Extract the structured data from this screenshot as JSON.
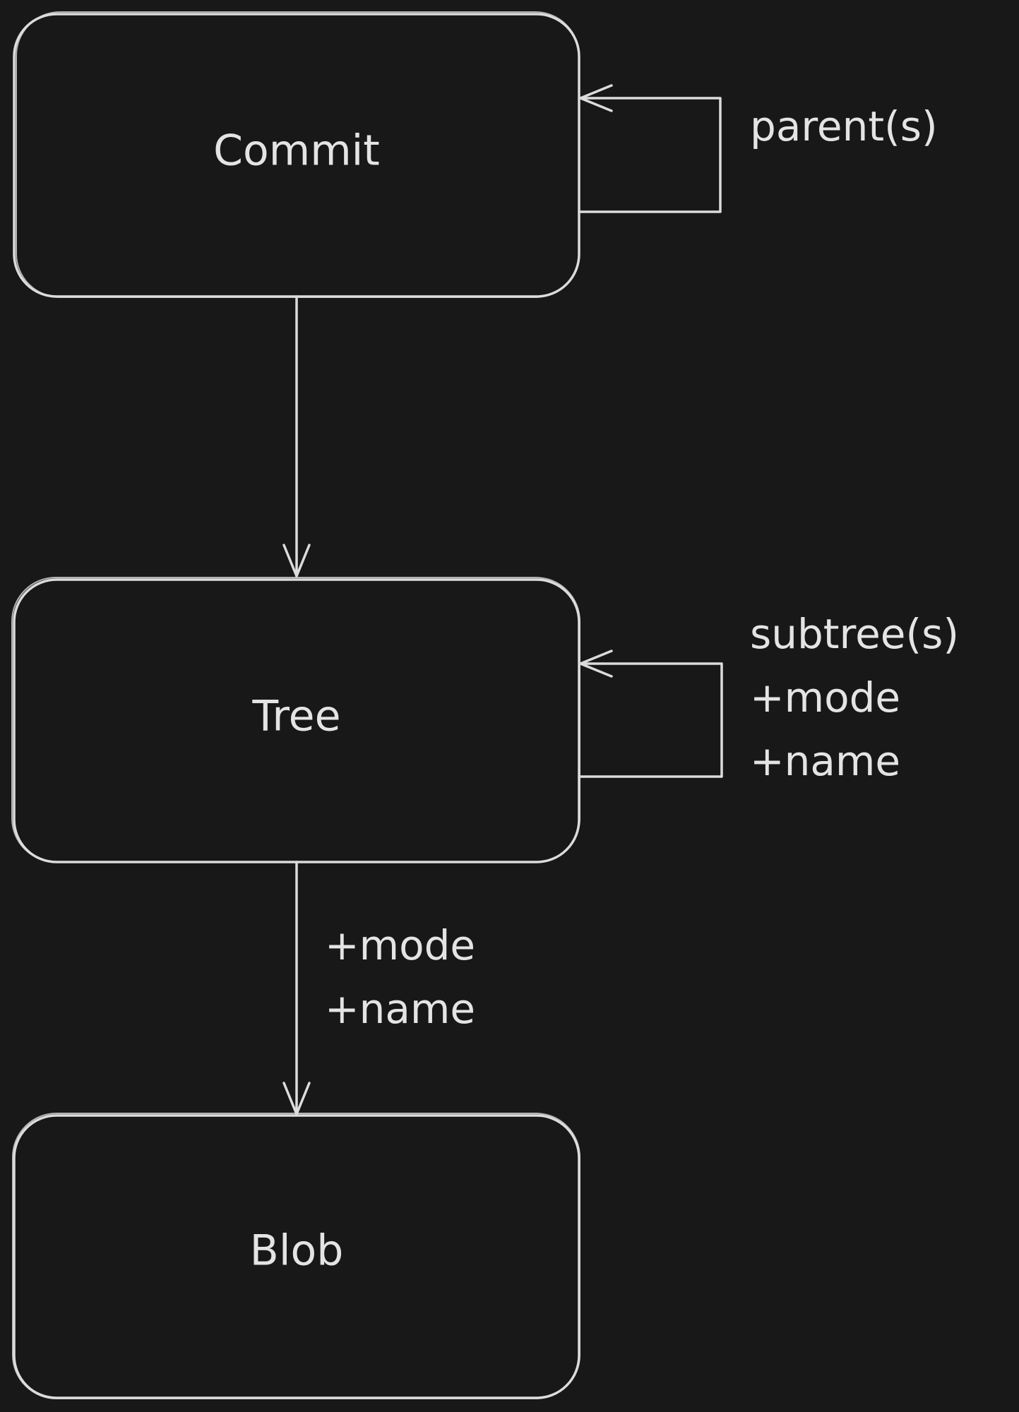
{
  "diagram": {
    "nodes": {
      "commit": {
        "label": "Commit"
      },
      "tree": {
        "label": "Tree"
      },
      "blob": {
        "label": "Blob"
      }
    },
    "edges": {
      "commit_parents": {
        "lines": [
          "parent(s)"
        ]
      },
      "tree_subtrees": {
        "lines": [
          "subtree(s)",
          "+mode",
          "+name"
        ]
      },
      "commit_to_tree": {
        "lines": []
      },
      "tree_to_blob": {
        "lines": [
          "+mode",
          "+name"
        ]
      }
    }
  },
  "colors": {
    "background": "#181818",
    "stroke": "#dcdcdc",
    "text": "#e4e4e4"
  }
}
